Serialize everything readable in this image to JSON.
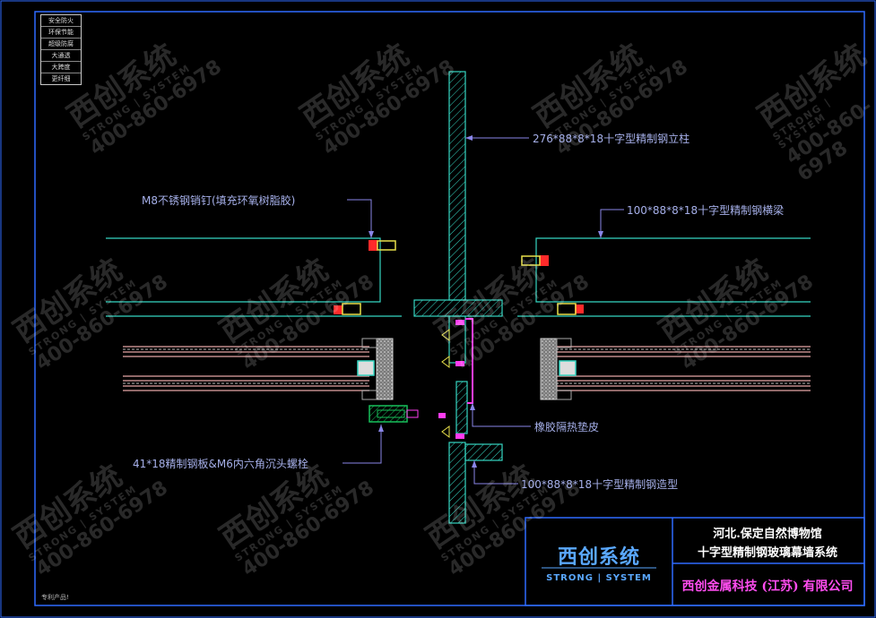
{
  "legend": {
    "items": [
      "安全防火",
      "环保节能",
      "超级防腐",
      "大通透",
      "大跨度",
      "更纤细"
    ]
  },
  "callouts": {
    "column": "276*88*8*18十字型精制钢立柱",
    "pin": "M8不锈钢销钉(填充环氧树脂胶)",
    "beam": "100*88*8*18十字型精制钢横梁",
    "gasket": "橡胶隔热垫皮",
    "plate": "41*18精制钢板&M6内六角沉头螺栓",
    "profile": "100*88*8*18十字型精制钢造型"
  },
  "footnote": "专利产品!",
  "title_block": {
    "brand": "西创系统",
    "brand_sub": "STRONG | SYSTEM",
    "project_line1": "河北.保定自然博物馆",
    "project_line2": "十字型精制钢玻璃幕墙系统",
    "company": "西创金属科技 (江苏) 有限公司"
  },
  "watermark": {
    "brand": "西创系统",
    "brand_sub": "STRONG | SYSTEM",
    "phone": "400-860-6978"
  },
  "colors": {
    "frame": "#2f6bff",
    "steel": "#35d6c2",
    "leader": "#8a86e8",
    "magenta": "#ff3cf0",
    "pin_red": "#ff2a2a",
    "pin_yellow": "#e8e04a",
    "glass": "#c08a8a",
    "seal_green": "#17c05a"
  }
}
